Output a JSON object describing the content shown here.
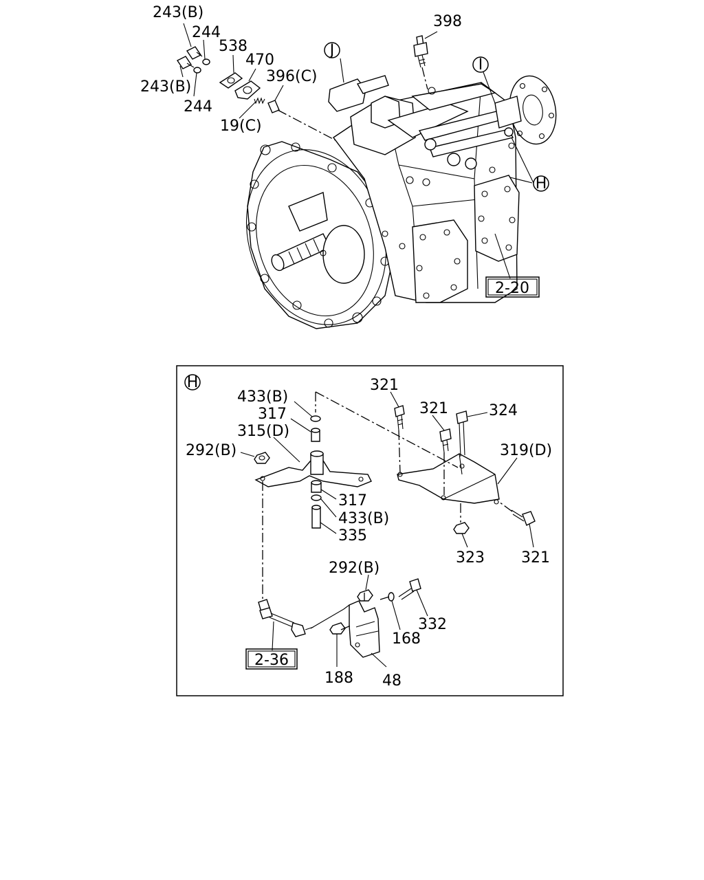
{
  "callouts": {
    "c243b_top": "243(B)",
    "c244_top": "244",
    "c538": "538",
    "c470": "470",
    "c396c": "396(C)",
    "c243b_bottom": "243(B)",
    "c244_bottom": "244",
    "c19c": "19(C)",
    "c398": "398",
    "ref_2_20": "2-20"
  },
  "view_markers": {
    "j": "J",
    "i": "I",
    "h": "H"
  },
  "detail_h": {
    "marker": "H",
    "c433b_top": "433(B)",
    "c317_top": "317",
    "c315d": "315(D)",
    "c292b_left": "292(B)",
    "c317_bottom": "317",
    "c433b_bottom": "433(B)",
    "c335": "335",
    "c321_a": "321",
    "c321_b": "321",
    "c324": "324",
    "c319d": "319(D)",
    "c323": "323",
    "c321_c": "321",
    "c292b_lower": "292(B)",
    "c332": "332",
    "c168": "168",
    "c188": "188",
    "c48": "48",
    "ref_2_36": "2-36"
  }
}
